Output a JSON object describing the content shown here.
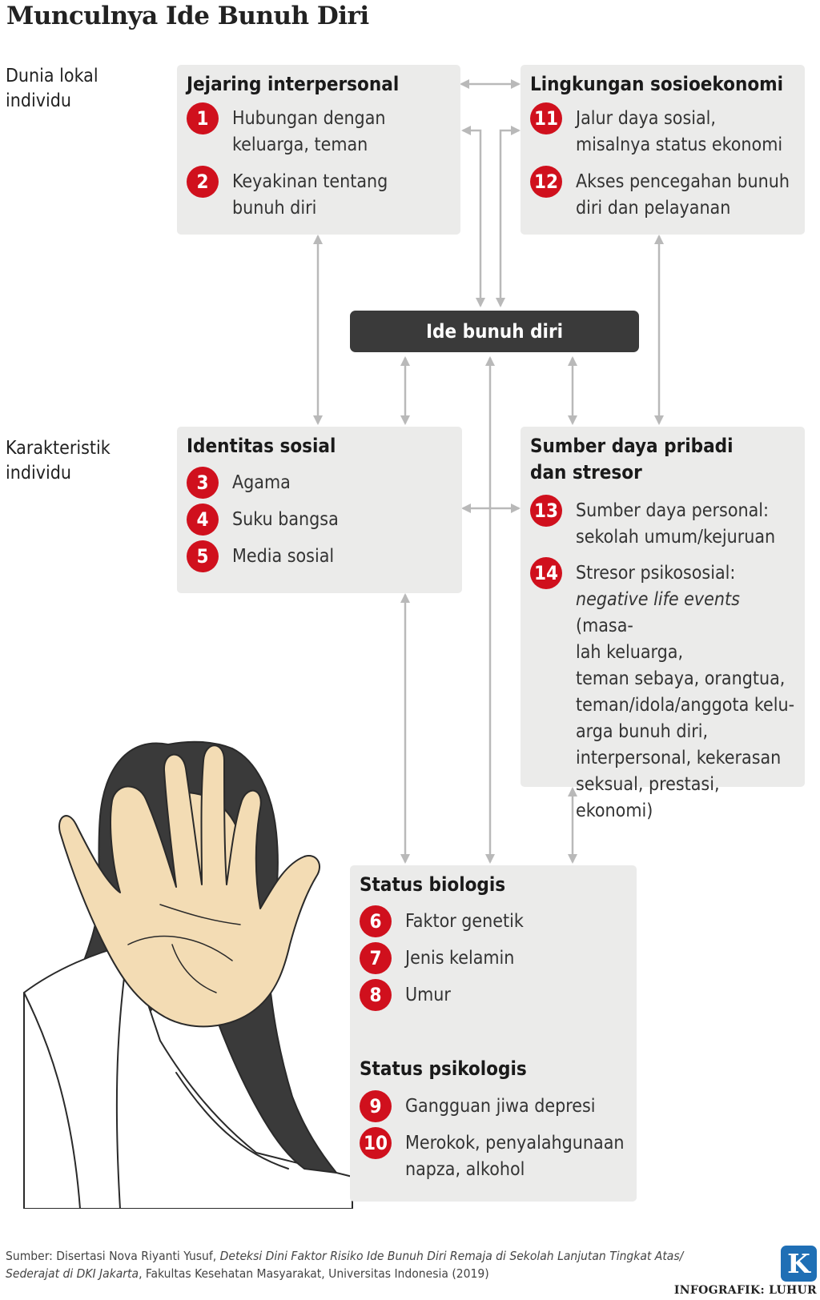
{
  "title": "Munculnya Ide Bunuh Diri",
  "row_labels": {
    "top": [
      "Dunia lokal",
      "individu"
    ],
    "middle": [
      "Karakteristik",
      "individu"
    ]
  },
  "center_node": "Ide bunuh diri",
  "boxes": {
    "interpersonal": {
      "title": "Jejaring interpersonal",
      "items": [
        {
          "num": "1",
          "lines": [
            "Hubungan dengan",
            "keluarga, teman"
          ]
        },
        {
          "num": "2",
          "lines": [
            "Keyakinan tentang",
            "bunuh diri"
          ]
        }
      ]
    },
    "sosioekonomi": {
      "title": "Lingkungan sosioekonomi",
      "items": [
        {
          "num": "11",
          "lines": [
            "Jalur daya sosial,",
            "misalnya status ekonomi"
          ]
        },
        {
          "num": "12",
          "lines": [
            "Akses pencegahan bunuh",
            "diri dan pelayanan"
          ]
        }
      ]
    },
    "identitas": {
      "title": "Identitas sosial",
      "items": [
        {
          "num": "3",
          "lines": [
            "Agama"
          ]
        },
        {
          "num": "4",
          "lines": [
            "Suku bangsa"
          ]
        },
        {
          "num": "5",
          "lines": [
            "Media sosial"
          ]
        }
      ]
    },
    "sumberdaya": {
      "title_lines": [
        "Sumber daya pribadi",
        "dan stresor"
      ],
      "items": [
        {
          "num": "13",
          "lines": [
            "Sumber daya personal:",
            "sekolah umum/kejuruan"
          ]
        },
        {
          "num": "14",
          "line1": "Stresor psikososial:",
          "italic": "negative life events",
          "rest": " (masa-",
          "lines": [
            "lah keluarga,",
            "teman sebaya, orangtua,",
            "teman/idola/anggota kelu-",
            "arga bunuh diri,",
            "interpersonal, kekerasan",
            "seksual, prestasi, ekonomi)"
          ]
        }
      ]
    },
    "biologis": {
      "title": "Status biologis",
      "items": [
        {
          "num": "6",
          "lines": [
            "Faktor genetik"
          ]
        },
        {
          "num": "7",
          "lines": [
            "Jenis kelamin"
          ]
        },
        {
          "num": "8",
          "lines": [
            "Umur"
          ]
        }
      ],
      "title2": "Status psikologis",
      "items2": [
        {
          "num": "9",
          "lines": [
            "Gangguan jiwa depresi"
          ]
        },
        {
          "num": "10",
          "lines": [
            "Merokok, penyalahgunaan",
            "napza, alkohol"
          ]
        }
      ]
    }
  },
  "source": {
    "prefix": "Sumber: Disertasi Nova Riyanti Yusuf, ",
    "italic_title": "Deteksi Dini Faktor Risiko Ide Bunuh Diri Remaja di Sekolah Lanjutan Tingkat Atas/ Sederajat di DKI Jakarta",
    "suffix": ", Fakultas Kesehatan Masyarakat, Universitas Indonesia (2019)"
  },
  "logo_letter": "K",
  "credit": "INFOGRAFIK: LUHUR",
  "colors": {
    "badge": "#d0101d",
    "box_bg": "#ebebea",
    "center_bg": "#3a3a3a",
    "arrow": "#b9b9b9",
    "logo": "#1f6fb5",
    "skin": "#f3dcb4",
    "hair": "#3a3a3a"
  }
}
